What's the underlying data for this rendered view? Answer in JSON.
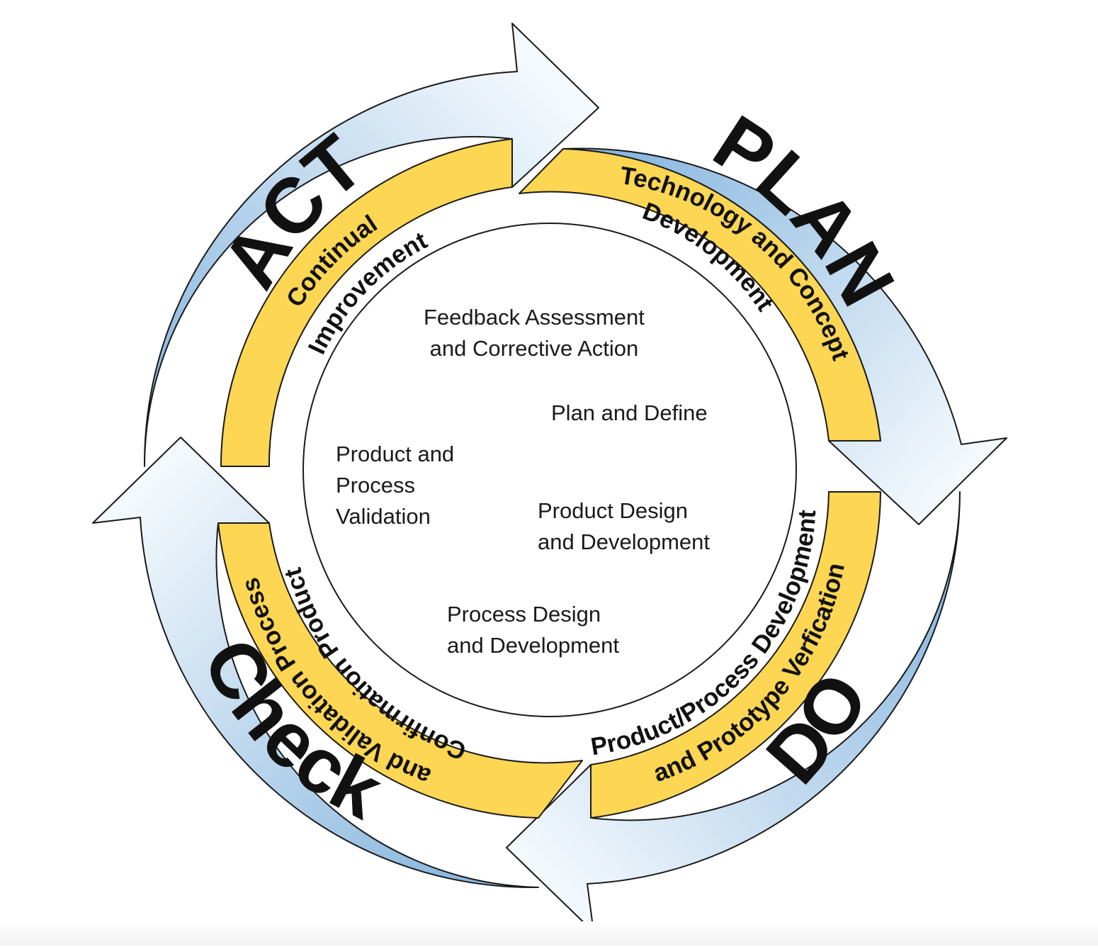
{
  "colors": {
    "outer_blue_dark": "#7fb1dc",
    "outer_blue_light": "#f4f9fd",
    "inner_yellow": "#fdd654",
    "outline": "#1a1a1a"
  },
  "phases": {
    "plan": "PLAN",
    "do": "DO",
    "check": "Check",
    "act": "ACT"
  },
  "band": {
    "plan_line1": "Technology and Concept",
    "plan_line2": "Development",
    "do_line1": "Product/Process Development",
    "do_line2": "and Prototype Verfication",
    "check_line1": "Confirmation Product",
    "check_line2": "and Validation Process",
    "act_line1": "Continual",
    "act_line2": "Improvement"
  },
  "center": {
    "feedback": "Feedback Assessment\nand Corrective Action",
    "plan_define": "Plan and Define",
    "product_process_validation": "Product and\nProcess\nValidation",
    "product_design": "Product Design\nand Development",
    "process_design": "Process Design\nand Development"
  }
}
